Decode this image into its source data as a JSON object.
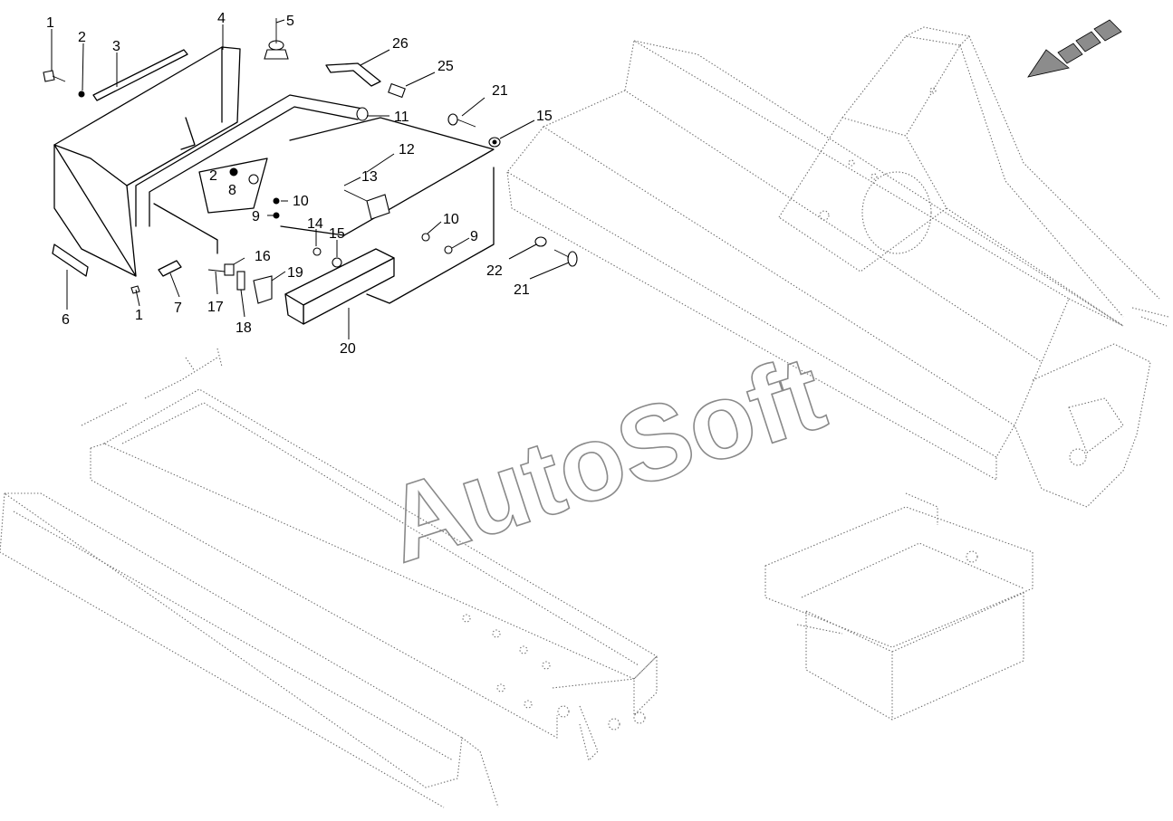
{
  "watermark": "AutoSoft",
  "direction_arrow_icon": "direction-arrow-icon",
  "callouts": [
    {
      "id": "c1a",
      "label": "1"
    },
    {
      "id": "c2a",
      "label": "2"
    },
    {
      "id": "c3",
      "label": "3"
    },
    {
      "id": "c4",
      "label": "4"
    },
    {
      "id": "c5",
      "label": "5"
    },
    {
      "id": "c26",
      "label": "26"
    },
    {
      "id": "c25",
      "label": "25"
    },
    {
      "id": "c21a",
      "label": "21"
    },
    {
      "id": "c15a",
      "label": "15"
    },
    {
      "id": "c11",
      "label": "11"
    },
    {
      "id": "c12",
      "label": "12"
    },
    {
      "id": "c2b",
      "label": "2"
    },
    {
      "id": "c8",
      "label": "8"
    },
    {
      "id": "c13",
      "label": "13"
    },
    {
      "id": "c10a",
      "label": "10"
    },
    {
      "id": "c9a",
      "label": "9"
    },
    {
      "id": "c14",
      "label": "14"
    },
    {
      "id": "c15b",
      "label": "15"
    },
    {
      "id": "c10b",
      "label": "10"
    },
    {
      "id": "c9b",
      "label": "9"
    },
    {
      "id": "c22",
      "label": "22"
    },
    {
      "id": "c21b",
      "label": "21"
    },
    {
      "id": "c16",
      "label": "16"
    },
    {
      "id": "c19",
      "label": "19"
    },
    {
      "id": "c6",
      "label": "6"
    },
    {
      "id": "c1b",
      "label": "1"
    },
    {
      "id": "c7",
      "label": "7"
    },
    {
      "id": "c17",
      "label": "17"
    },
    {
      "id": "c18",
      "label": "18"
    },
    {
      "id": "c20",
      "label": "20"
    }
  ]
}
